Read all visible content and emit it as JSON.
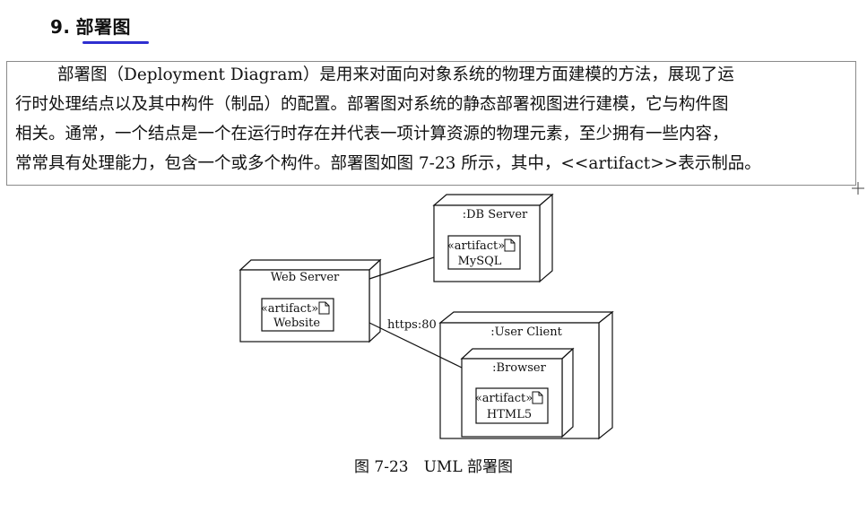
{
  "heading": {
    "number": "9.",
    "title": "部署图"
  },
  "paragraph": {
    "lines": [
      "部署图（Deployment Diagram）是用来对面向对象系统的物理方面建模的方法，展现了运",
      "行时处理结点以及其中构件（制品）的配置。部署图对系统的静态部署视图进行建模，它与构件图",
      "相关。通常，一个结点是一个在运行时存在并代表一项计算资源的物理元素，至少拥有一些内容，",
      "常常具有处理能力，包含一个或多个构件。部署图如图 7-23 所示，其中，<<artifact>>表示制品。"
    ]
  },
  "diagram": {
    "nodes": {
      "db_server": {
        "name": ":DB Server",
        "artifact_stereotype": "«artifact»",
        "artifact_name": "MySQL"
      },
      "web_server": {
        "name": "Web Server",
        "artifact_stereotype": "«artifact»",
        "artifact_name": "Website"
      },
      "user_client": {
        "name": ":User Client"
      },
      "browser": {
        "name": ":Browser",
        "artifact_stereotype": "«artifact»",
        "artifact_name": "HTML5"
      }
    },
    "connection_label": "https:80"
  },
  "caption": "图 7-23　UML 部署图",
  "colors": {
    "heading_underline": "#2f2fd0",
    "text": "#111111",
    "box_border": "#8a8a8a"
  }
}
